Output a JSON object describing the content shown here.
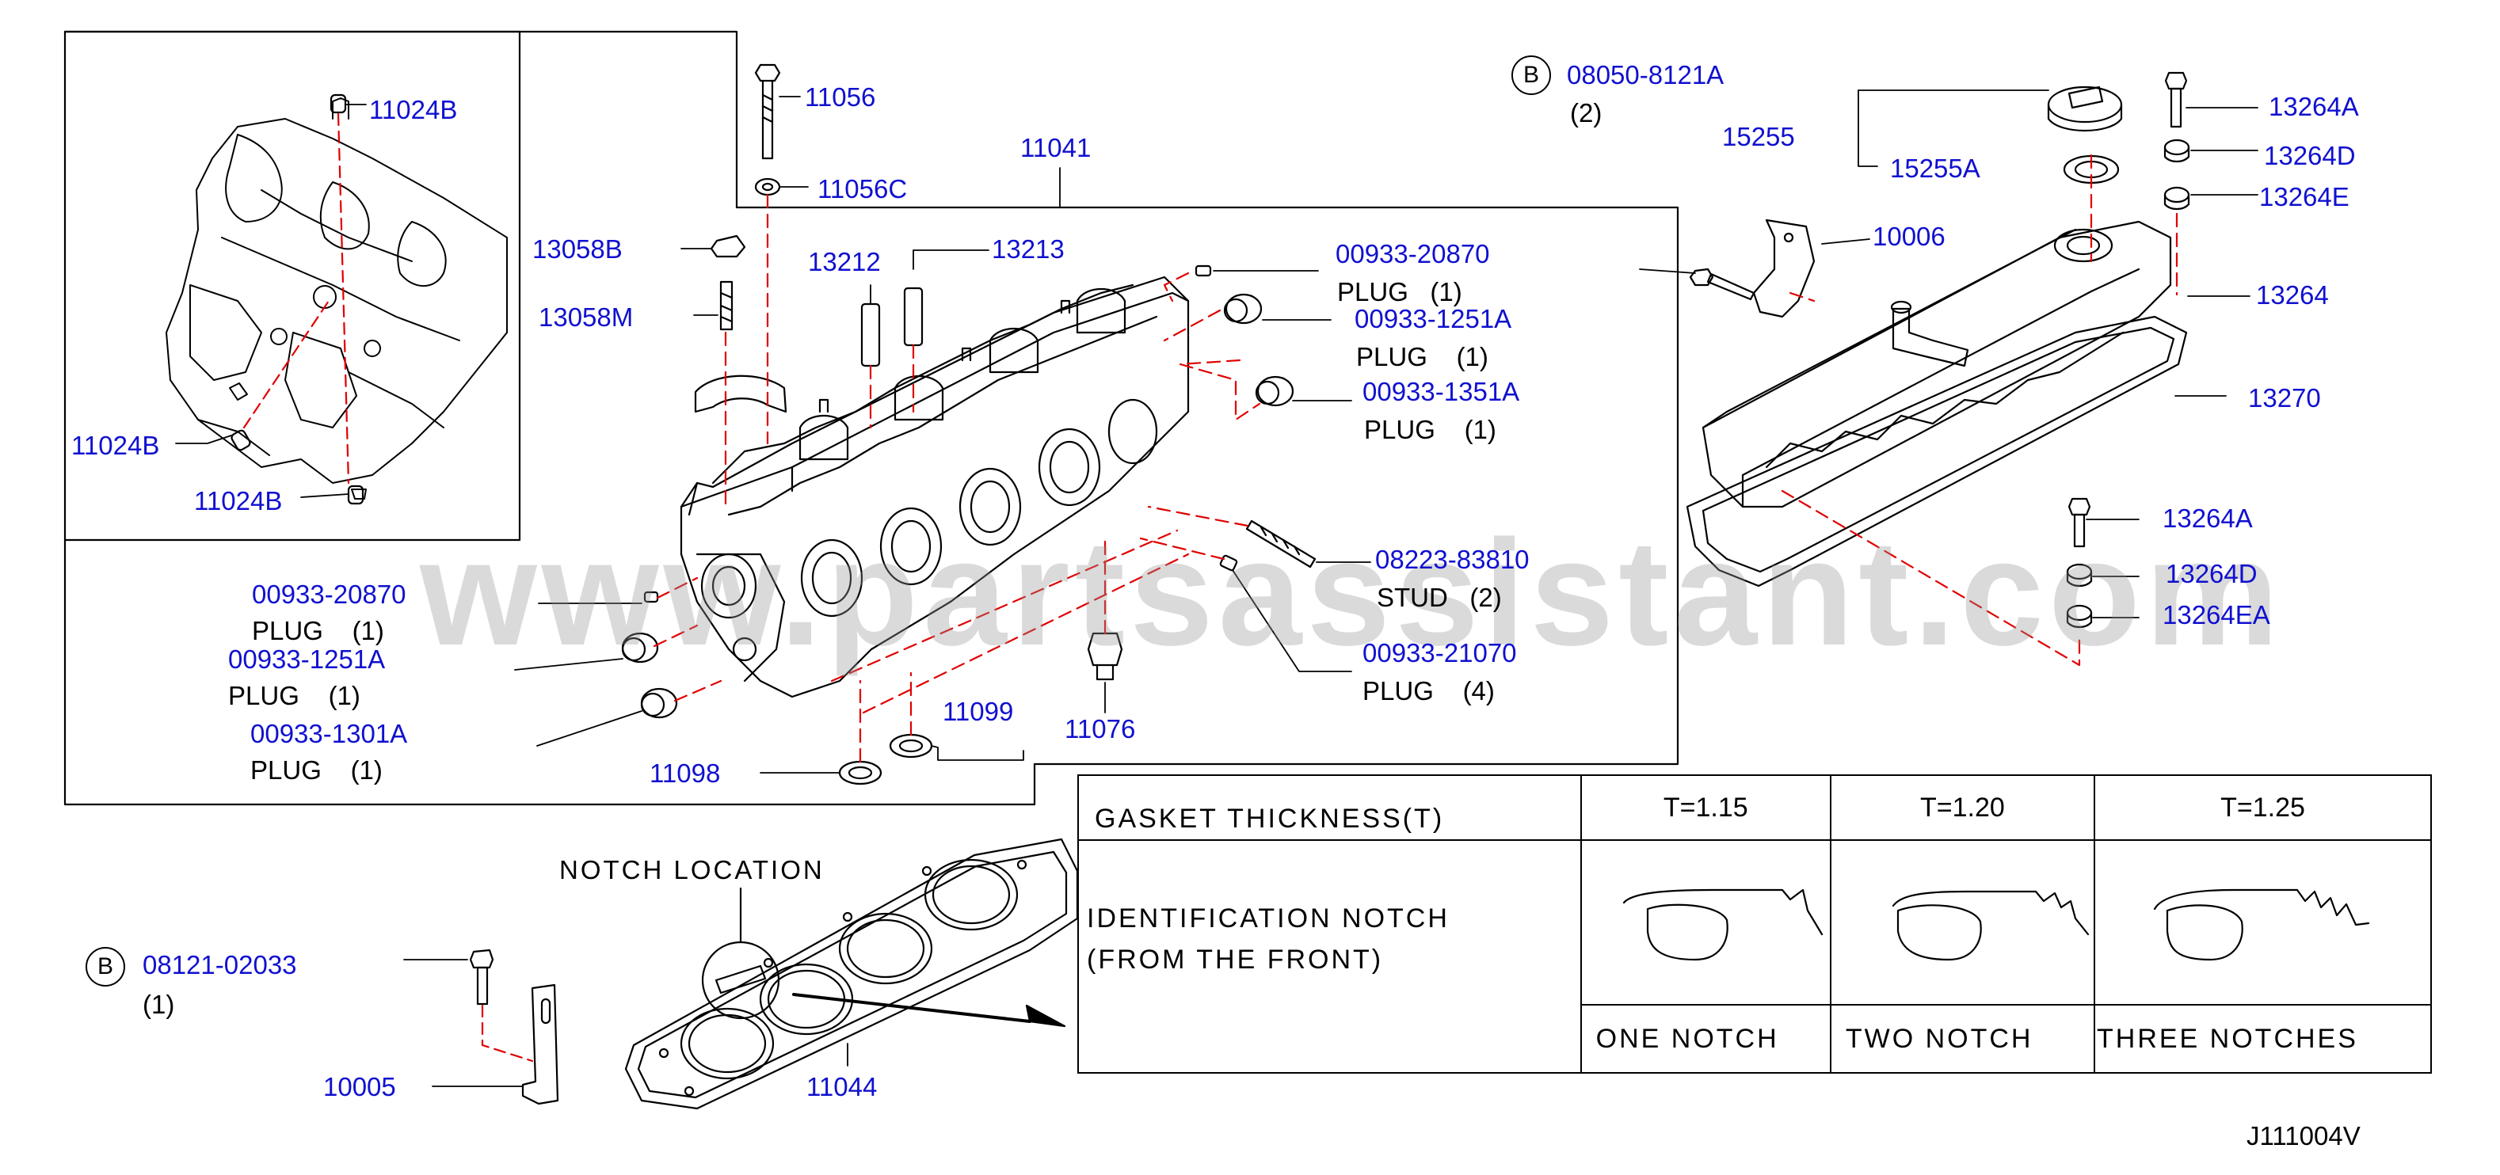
{
  "diagram_code": "J111004V",
  "watermark": "www.partsassistant.com",
  "inset_parts": [
    {
      "id": "11024b-top",
      "number": "11024B"
    },
    {
      "id": "11024b-left",
      "number": "11024B"
    },
    {
      "id": "11024b-bottom",
      "number": "11024B"
    }
  ],
  "parts": [
    {
      "id": "11056",
      "number": "11056"
    },
    {
      "id": "11056c",
      "number": "11056C"
    },
    {
      "id": "11041",
      "number": "11041"
    },
    {
      "id": "13058b",
      "number": "13058B"
    },
    {
      "id": "13058m",
      "number": "13058M"
    },
    {
      "id": "13212",
      "number": "13212"
    },
    {
      "id": "13213",
      "number": "13213"
    },
    {
      "id": "00933-20870-a",
      "number": "00933-20870",
      "desc": "PLUG",
      "qty": "(1)"
    },
    {
      "id": "00933-1251a-a",
      "number": "00933-1251A",
      "desc": "PLUG",
      "qty": "(1)"
    },
    {
      "id": "00933-1351a",
      "number": "00933-1351A",
      "desc": "PLUG",
      "qty": "(1)"
    },
    {
      "id": "08223-83810",
      "number": "08223-83810",
      "desc": "STUD",
      "qty": "(2)"
    },
    {
      "id": "00933-21070",
      "number": "00933-21070",
      "desc": "PLUG",
      "qty": "(4)"
    },
    {
      "id": "00933-20870-b",
      "number": "00933-20870",
      "desc": "PLUG",
      "qty": "(1)"
    },
    {
      "id": "00933-1251a-b",
      "number": "00933-1251A",
      "desc": "PLUG",
      "qty": "(1)"
    },
    {
      "id": "00933-1301a",
      "number": "00933-1301A",
      "desc": "PLUG",
      "qty": "(1)"
    },
    {
      "id": "11099",
      "number": "11099"
    },
    {
      "id": "11098",
      "number": "11098"
    },
    {
      "id": "11076",
      "number": "11076"
    },
    {
      "id": "08050-8121a",
      "number": "08050-8121A",
      "circle": "B",
      "qty": "(2)"
    },
    {
      "id": "15255",
      "number": "15255"
    },
    {
      "id": "15255a",
      "number": "15255A"
    },
    {
      "id": "10006",
      "number": "10006"
    },
    {
      "id": "13264a-top",
      "number": "13264A"
    },
    {
      "id": "13264d-top",
      "number": "13264D"
    },
    {
      "id": "13264e",
      "number": "13264E"
    },
    {
      "id": "13264",
      "number": "13264"
    },
    {
      "id": "13270",
      "number": "13270"
    },
    {
      "id": "13264a-bottom",
      "number": "13264A"
    },
    {
      "id": "13264d-bottom",
      "number": "13264D"
    },
    {
      "id": "13264ea",
      "number": "13264EA"
    },
    {
      "id": "08121-02033",
      "number": "08121-02033",
      "circle": "B",
      "qty": "(1)"
    },
    {
      "id": "10005",
      "number": "10005"
    },
    {
      "id": "11044",
      "number": "11044"
    }
  ],
  "notch_location_label": "NOTCH LOCATION",
  "gasket_table": {
    "header": "GASKET THICKNESS(T)",
    "row_label_line1": "IDENTIFICATION NOTCH",
    "row_label_line2": "(FROM THE FRONT)",
    "columns": [
      {
        "thickness": "T=1.15",
        "notch": "ONE NOTCH"
      },
      {
        "thickness": "T=1.20",
        "notch": "TWO NOTCH"
      },
      {
        "thickness": "T=1.25",
        "notch": "THREE NOTCHES"
      }
    ]
  }
}
